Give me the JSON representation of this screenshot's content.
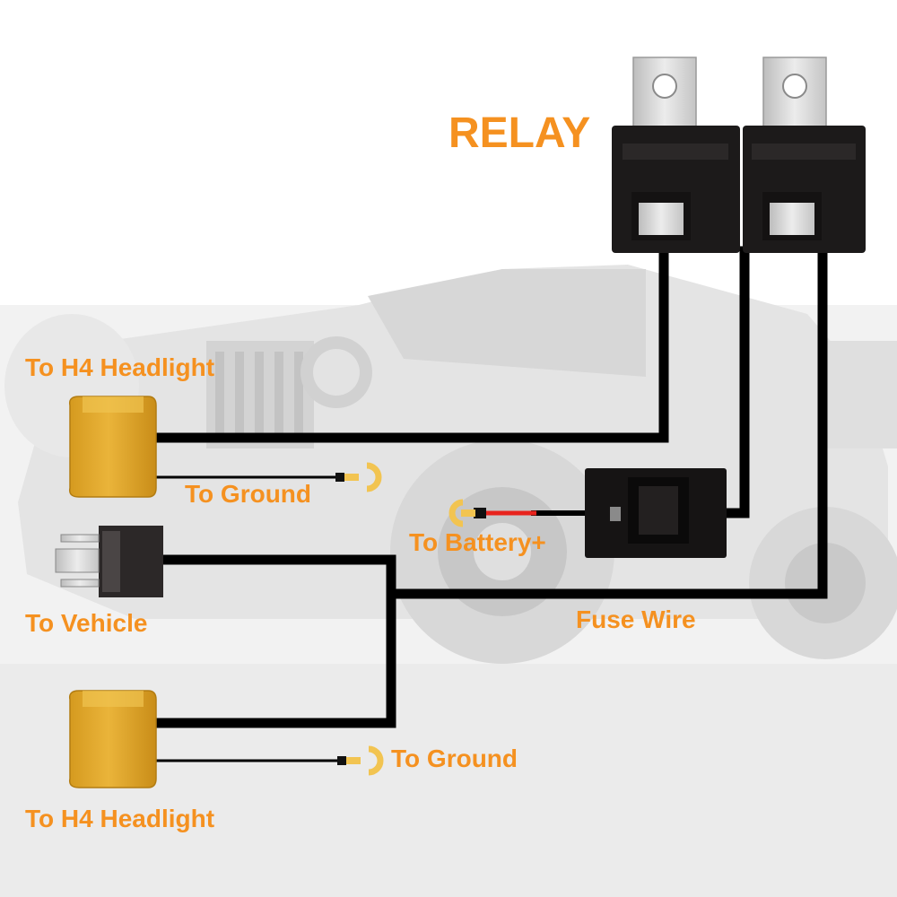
{
  "title": "RELAY",
  "labels": {
    "h4_top": "To H4 Headlight",
    "ground_top": "To Ground",
    "battery": "To Battery+",
    "vehicle": "To Vehicle",
    "fuse_wire": "Fuse Wire",
    "ground_bottom": "To Ground",
    "h4_bottom": "To H4 Headlight"
  },
  "colors": {
    "label": "#f59120",
    "wire": "#000000",
    "fuse_wire": "#e8231d",
    "connector": "#e5ac2e",
    "relay_body": "#1c1a1a",
    "terminal": "#d8d8d8",
    "ring_terminal": "#f2c451"
  },
  "icons": {
    "relays": "relay-icon",
    "fuse_holder": "fuse-holder-icon",
    "h4_socket": "h4-socket-icon",
    "h4_plug": "h4-plug-icon",
    "ring_terminal": "ring-terminal-icon"
  }
}
